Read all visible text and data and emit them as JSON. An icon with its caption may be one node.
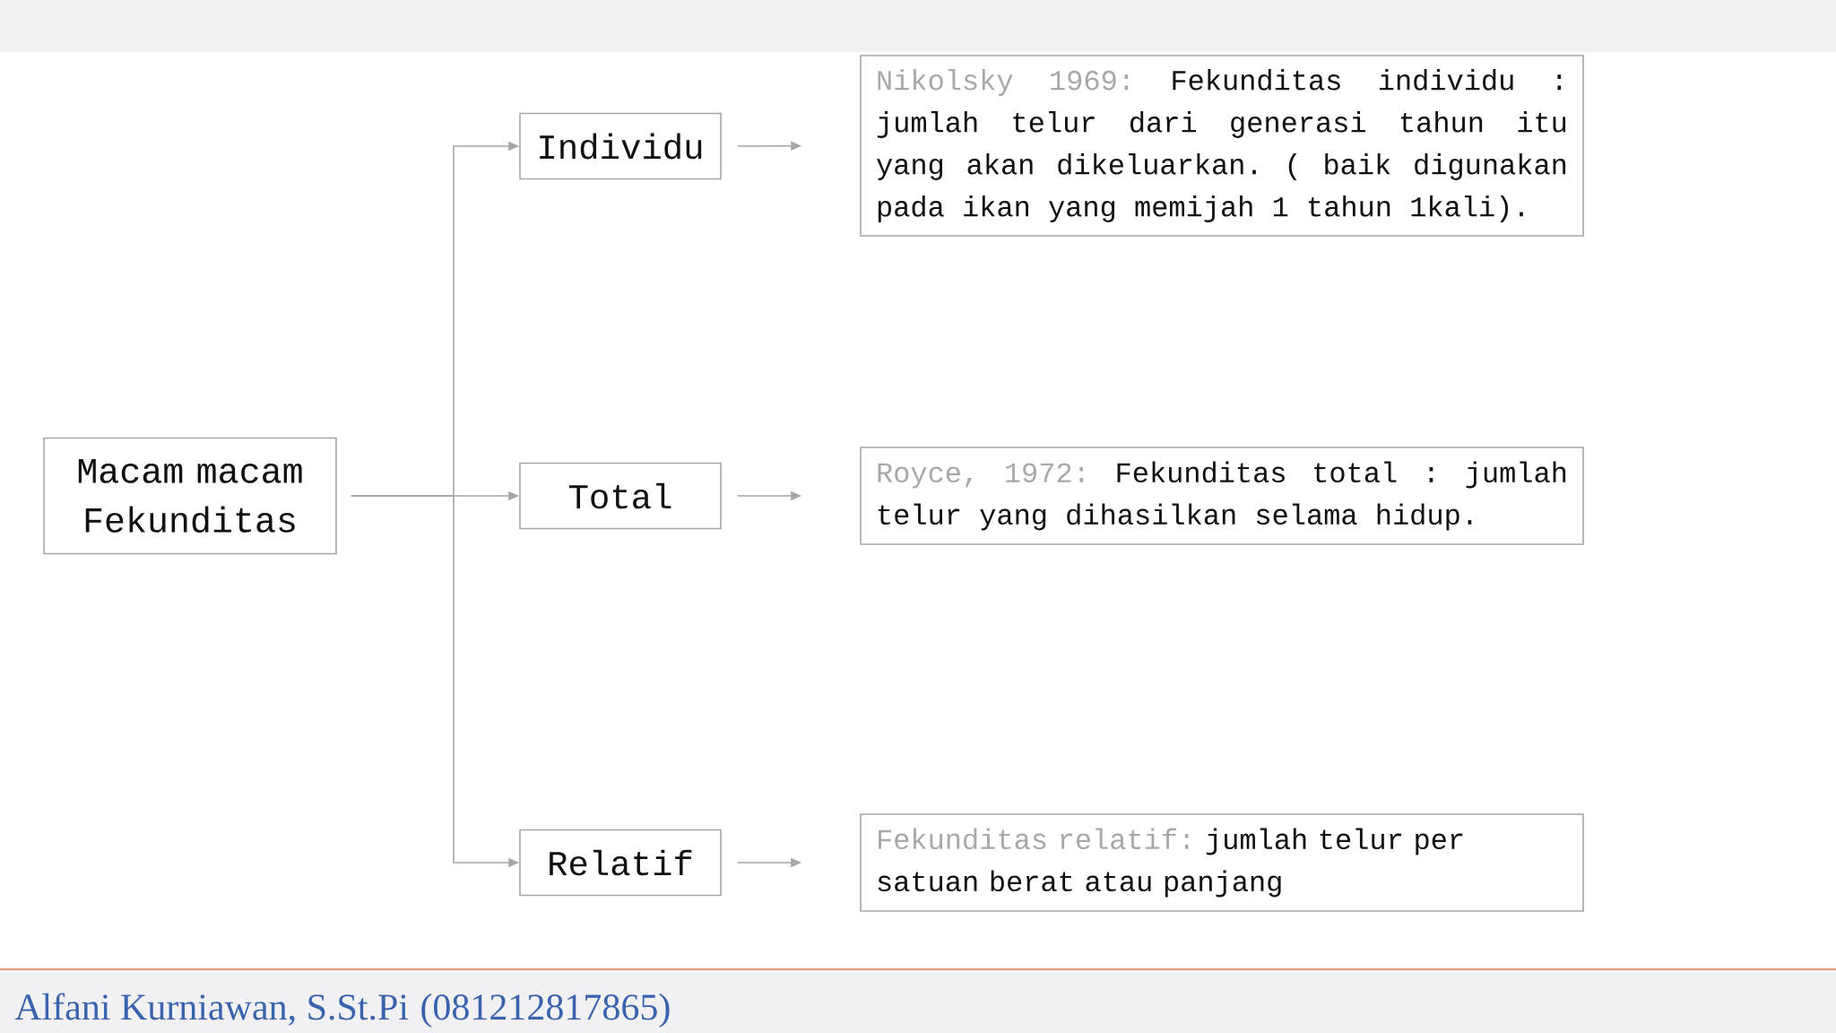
{
  "diagram": {
    "nodes": [
      {
        "text": [
          "Macam macam Fekunditas"
        ]
      },
      {
        "text": [
          "Individu"
        ]
      },
      {
        "text": [
          "Total"
        ]
      },
      {
        "text": [
          "Relatif"
        ]
      },
      {
        "text": [
          "Nikolsky 1969:",
          "Fekunditas individu : jumlah telur dari generasi tahun itu yang akan dikeluarkan. ( baik digunakan pada ikan yang memijah 1 tahun 1kali)."
        ]
      },
      {
        "text": [
          "Royce, 1972:",
          "Fekunditas total : jumlah telur yang dihasilkan selama hidup."
        ]
      },
      {
        "text": [
          "Fekunditas relatif:",
          "jumlah telur per satuan berat atau panjang"
        ]
      }
    ],
    "edges": [
      {
        "from": 0,
        "to": 1,
        "arrow": "to"
      },
      {
        "from": 0,
        "to": 2,
        "arrow": "to"
      },
      {
        "from": 0,
        "to": 3,
        "arrow": "to"
      },
      {
        "from": 1,
        "to": 4,
        "arrow": "to"
      },
      {
        "from": 2,
        "to": 5,
        "arrow": "to"
      },
      {
        "from": 3,
        "to": 6,
        "arrow": "to"
      }
    ],
    "labels": [
      "Alfani Kurniawan, S.St.Pi",
      "(081212817865)"
    ]
  }
}
